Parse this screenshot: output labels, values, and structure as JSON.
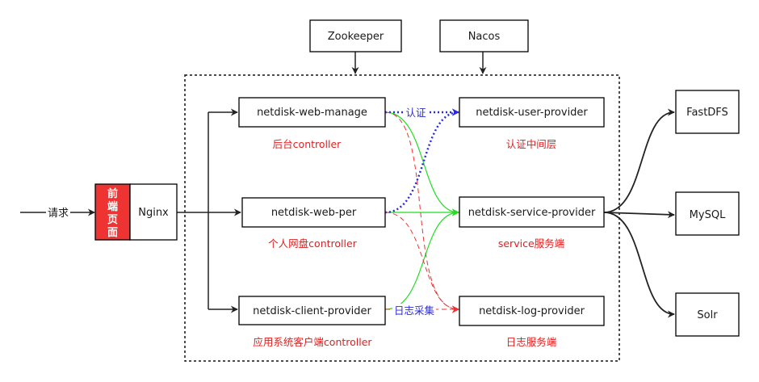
{
  "nodes": {
    "zookeeper": "Zookeeper",
    "nacos": "Nacos",
    "front_page": [
      "前",
      "端",
      "页",
      "面"
    ],
    "nginx": "Nginx",
    "web_manage": "netdisk-web-manage",
    "web_per": "netdisk-web-per",
    "client_provider": "netdisk-client-provider",
    "user_provider": "netdisk-user-provider",
    "service_provider": "netdisk-service-provider",
    "log_provider": "netdisk-log-provider",
    "fastdfs": "FastDFS",
    "mysql": "MySQL",
    "solr": "Solr"
  },
  "captions": {
    "web_manage": "后台controller",
    "web_per": "个人网盘controller",
    "client_provider": "应用系统客户端controller",
    "user_provider": "认证中间层",
    "service_provider": "service服务端",
    "log_provider": "日志服务端"
  },
  "edge_labels": {
    "request": "请求",
    "auth": "认证",
    "log_collect": "日志采集"
  },
  "colors": {
    "front_page": "#ee3333",
    "auth_edge": "#2b2bdc",
    "service_edge": "#22dd22",
    "log_edge": "#ee3333"
  }
}
